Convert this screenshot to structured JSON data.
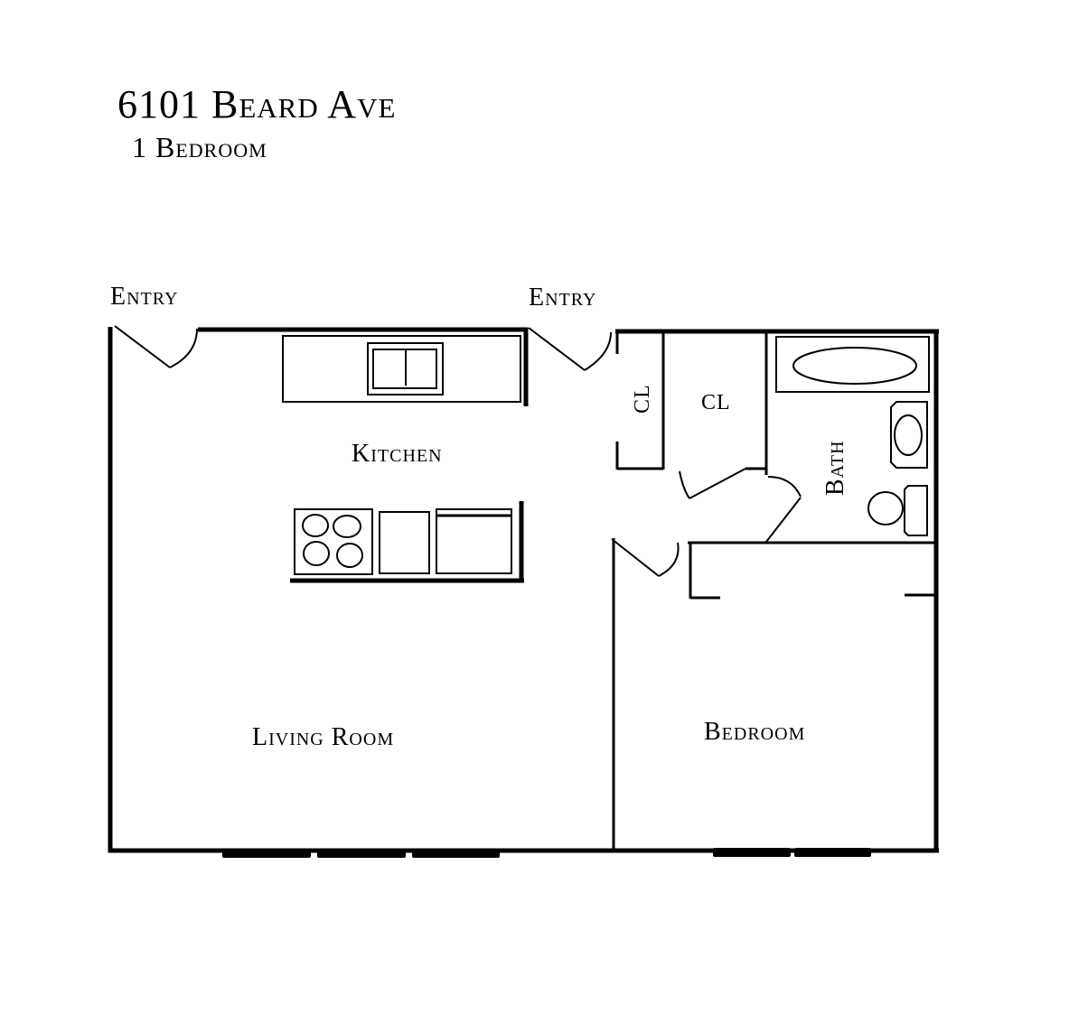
{
  "header": {
    "title": "6101 Beard Ave",
    "subtitle": "1 Bedroom"
  },
  "labels": {
    "entry_left": "Entry",
    "entry_right": "Entry",
    "kitchen": "Kitchen",
    "living_room": "Living Room",
    "bedroom": "Bedroom",
    "bath": "Bath",
    "closet_small": "CL",
    "closet_large": "CL"
  },
  "colors": {
    "wall": "#000000",
    "background": "#ffffff"
  }
}
